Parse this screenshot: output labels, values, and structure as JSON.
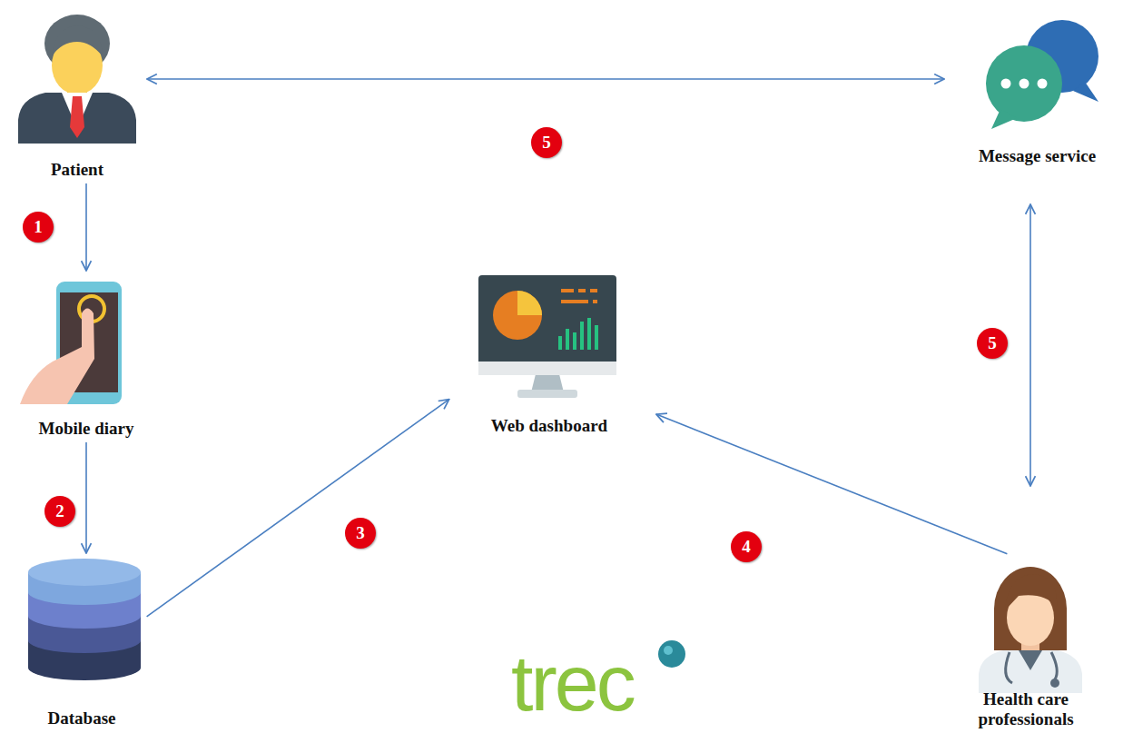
{
  "diagram": {
    "nodes": [
      {
        "text": [
          "Patient"
        ]
      },
      {
        "text": [
          "Message service"
        ]
      },
      {
        "text": [
          "Mobile diary"
        ]
      },
      {
        "text": [
          "Web dashboard"
        ]
      },
      {
        "text": [
          "Database"
        ]
      },
      {
        "text": [
          "Health care professionals"
        ]
      }
    ],
    "edges": [
      {
        "from": 0,
        "to": 2,
        "arrow": "to"
      },
      {
        "from": 2,
        "to": 4,
        "arrow": "to"
      },
      {
        "from": 4,
        "to": 3,
        "arrow": "to"
      },
      {
        "from": 5,
        "to": 3,
        "arrow": "to"
      },
      {
        "from": 0,
        "to": 1,
        "arrow": "both"
      },
      {
        "from": 1,
        "to": 5,
        "arrow": "both"
      }
    ],
    "labels": [
      "5",
      "1",
      "5",
      "2",
      "3",
      "4",
      "trec"
    ]
  }
}
